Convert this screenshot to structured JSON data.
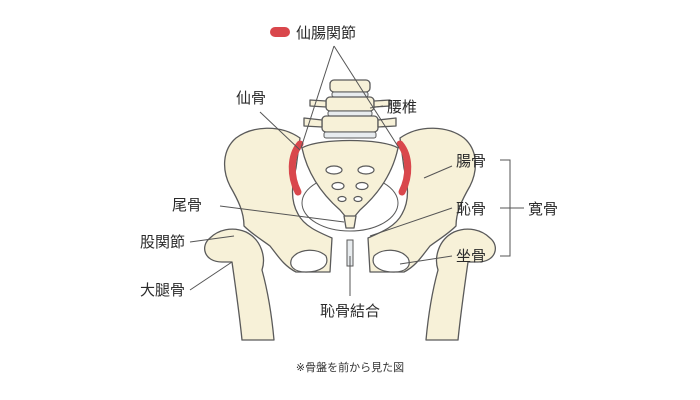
{
  "colors": {
    "bone_fill": "#f7f1d8",
    "outline": "#5a5a5a",
    "sacroiliac_highlight": "#d9474c",
    "label_text": "#2b2b2b",
    "background": "#ffffff"
  },
  "legend": {
    "marker_color": "#d9474c",
    "label": "仙腸関節"
  },
  "labels": {
    "sacrum": "仙骨",
    "lumbar": "腰椎",
    "ilium": "腸骨",
    "pubis": "恥骨",
    "ischium": "坐骨",
    "hip_bone": "寛骨",
    "coccyx": "尾骨",
    "hip_joint": "股関節",
    "femur": "大腿骨",
    "pubic_symphysis": "恥骨結合"
  },
  "caption": "※骨盤を前から見た図"
}
